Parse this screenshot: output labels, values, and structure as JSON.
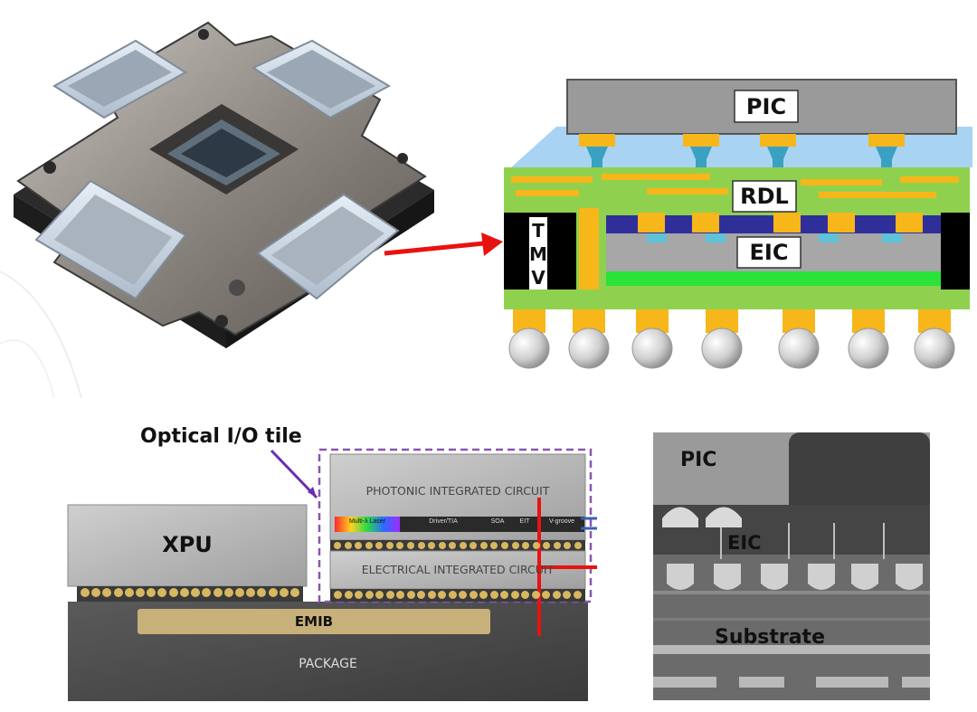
{
  "top_section": {
    "pic_label": "PIC",
    "rdl_label": "RDL",
    "eic_label": "EIC",
    "tmv_letters": [
      "T",
      "M",
      "V"
    ]
  },
  "schematic": {
    "callout": "Optical I/O tile",
    "xpu_label": "XPU",
    "pic_label": "PHOTONIC INTEGRATED CIRCUIT",
    "eic_label": "ELECTRICAL INTEGRATED CIRCUIT",
    "emib_label": "EMIB",
    "package_label": "PACKAGE",
    "strip_labels": [
      "Multi-λ Laser",
      "Driver/TIA",
      "SOA",
      "EIT",
      "V-groove"
    ]
  },
  "sem": {
    "pic_label": "PIC",
    "eic_label": "EIC",
    "substrate_label": "Substrate"
  },
  "colors": {
    "arrow": "#e8120f",
    "rdl_green": "#8fd14f",
    "gold": "#f7b61a",
    "eic_gray": "#a7a7a7",
    "pic_gray": "#9a9a9a",
    "dashed_box": "#8a55b0",
    "emib_tan": "#c8b07a"
  }
}
